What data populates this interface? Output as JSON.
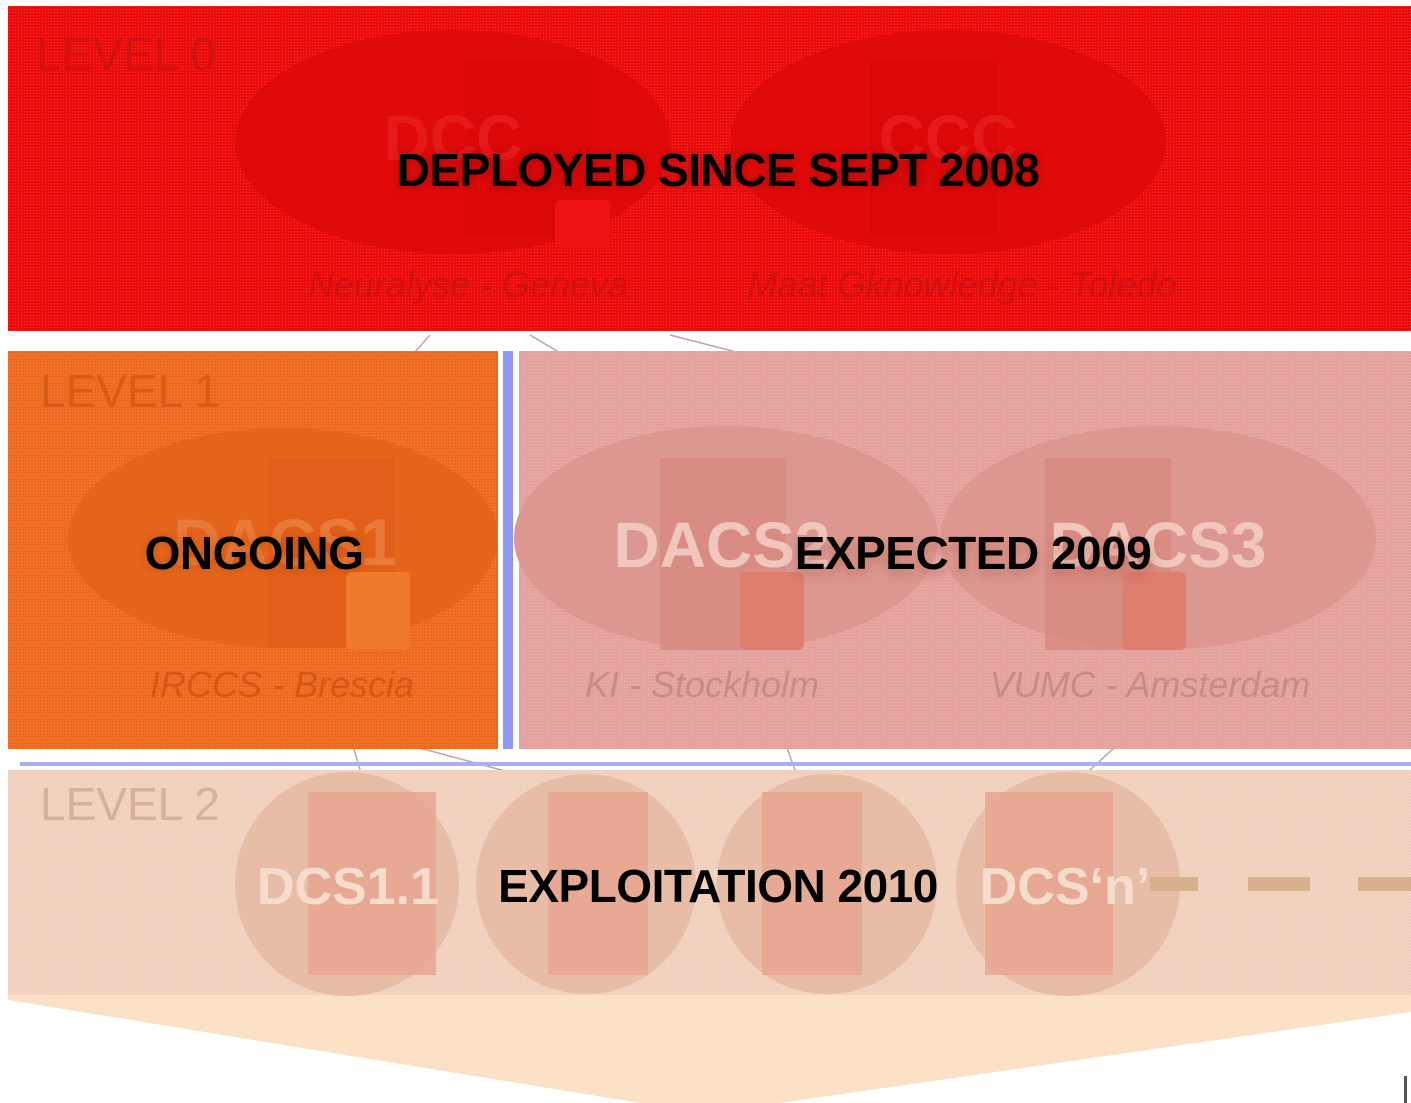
{
  "colors": {
    "level0_band": "#ec0c0c",
    "level1_ongoing": "#ed6a1f",
    "level1_expected": "#e4a29c",
    "level2_band": "#f1d0bd",
    "arrow": "#fbe2c6",
    "divider": "#8f97f2"
  },
  "levels": {
    "level0": {
      "label": "LEVEL 0",
      "nodes": [
        {
          "name": "DCC",
          "site": "Neuralyse - Geneva"
        },
        {
          "name": "CCC",
          "site": "Maat Gknowledge - Toledo"
        }
      ],
      "status": "DEPLOYED SINCE SEPT 2008"
    },
    "level1": {
      "label": "LEVEL 1",
      "nodes": [
        {
          "name": "DACS1",
          "site": "IRCCS - Brescia"
        },
        {
          "name": "DACS2",
          "site": "KI - Stockholm"
        },
        {
          "name": "DACS3",
          "site": "VUMC - Amsterdam"
        }
      ],
      "status_ongoing": "ONGOING",
      "status_expected": "EXPECTED 2009"
    },
    "level2": {
      "label": "LEVEL 2",
      "nodes": [
        {
          "name": "DCS1.1"
        },
        {
          "name": ""
        },
        {
          "name": ""
        },
        {
          "name": "DCS‘n’"
        }
      ],
      "status": "EXPLOITATION 2010"
    }
  }
}
